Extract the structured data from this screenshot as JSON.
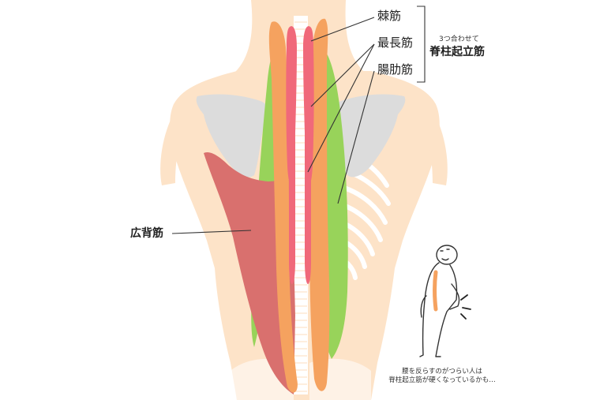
{
  "labels": {
    "spinalis": "棘筋",
    "longissimus": "最長筋",
    "iliocostalis": "腸肋筋",
    "group_caption": "3つ合わせて",
    "group_name": "脊柱起立筋",
    "latissimus": "広背筋"
  },
  "note": {
    "line1": "腰を反らすのがつらい人は",
    "line2": "脊柱起立筋が硬くなっているかも…"
  },
  "colors": {
    "skin": "#fde3c8",
    "bone": "#ffffff",
    "scapula": "#dcdcdc",
    "latissimus": "#d9706e",
    "iliocostalis": "#98d35a",
    "longissimus": "#f5a25f",
    "spinalis": "#f0697a",
    "line": "#333333"
  }
}
